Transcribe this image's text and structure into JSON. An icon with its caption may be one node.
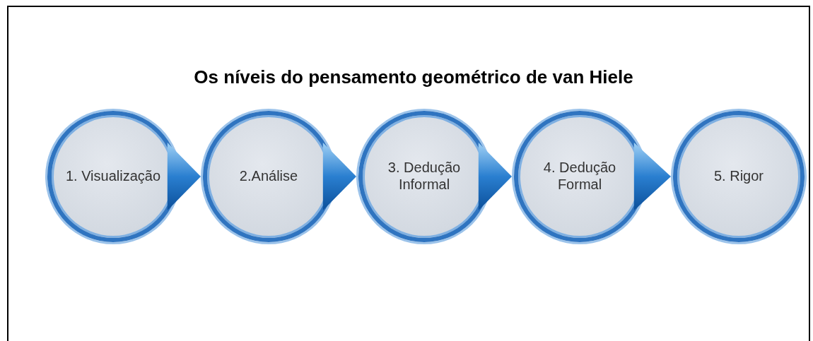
{
  "diagram": {
    "title": "Os níveis do pensamento geométrico de van Hiele",
    "nodes": [
      {
        "text": [
          "1. Visualização"
        ]
      },
      {
        "text": [
          "2.Análise"
        ]
      },
      {
        "text": [
          "3. Dedução Informal"
        ]
      },
      {
        "text": [
          "4. Dedução Formal"
        ]
      },
      {
        "text": [
          "5. Rigor"
        ]
      }
    ],
    "edges": [
      {
        "from": 0,
        "to": 1,
        "arrow": "to"
      },
      {
        "from": 1,
        "to": 2,
        "arrow": "to"
      },
      {
        "from": 2,
        "to": 3,
        "arrow": "to"
      },
      {
        "from": 3,
        "to": 4,
        "arrow": "to"
      }
    ]
  }
}
